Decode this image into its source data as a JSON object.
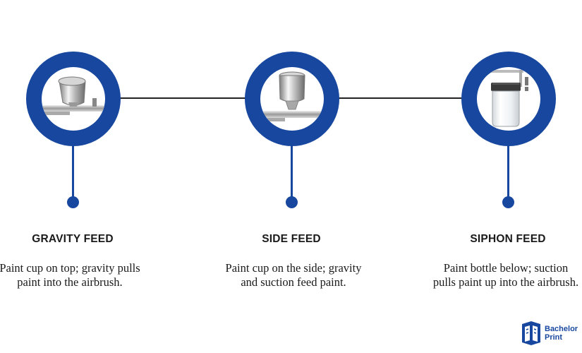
{
  "steps": [
    {
      "title": "GRAVITY FEED",
      "description": "Paint cup on top; gravity pulls paint into the airbrush."
    },
    {
      "title": "SIDE FEED",
      "description": "Paint cup on the side; gravity and suction feed paint."
    },
    {
      "title": "SIPHON FEED",
      "description": "Paint bottle below; suction pulls paint up into the airbrush."
    }
  ],
  "logo": {
    "line1": "Bachelor",
    "line2": "Print"
  },
  "colors": {
    "accent": "#17479e",
    "connector": "#222222",
    "text": "#1a1a1a"
  },
  "icons": [
    "gravity-feed-airbrush-icon",
    "side-feed-airbrush-icon",
    "siphon-feed-bottle-icon"
  ]
}
